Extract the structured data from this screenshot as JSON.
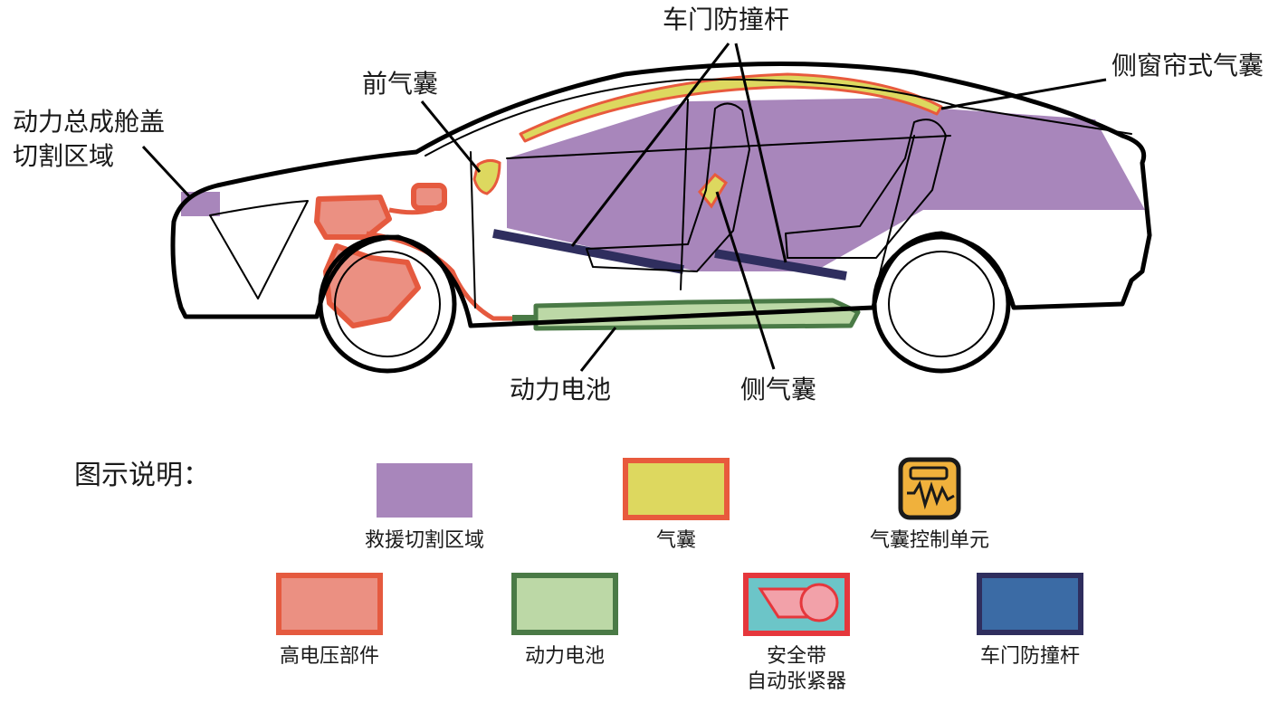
{
  "callouts": {
    "engine_cover": [
      "动力总成舱盖",
      "切割区域"
    ],
    "front_airbag": "前气囊",
    "door_beam": "车门防撞杆",
    "curtain_airbag": "侧窗帘式气囊",
    "battery": "动力电池",
    "side_airbag": "侧气囊"
  },
  "legend": {
    "title": "图示说明：",
    "items": [
      {
        "key": "rescue_cut",
        "label": [
          "救援切割区域"
        ]
      },
      {
        "key": "airbag",
        "label": [
          "气囊"
        ]
      },
      {
        "key": "airbag_ecu",
        "label": [
          "气囊控制单元"
        ]
      },
      {
        "key": "high_voltage",
        "label": [
          "高电压部件"
        ]
      },
      {
        "key": "battery",
        "label": [
          "动力电池"
        ]
      },
      {
        "key": "pretensioner",
        "label": [
          "安全带",
          "自动张紧器"
        ]
      },
      {
        "key": "door_beam",
        "label": [
          "车门防撞杆"
        ]
      }
    ]
  },
  "colors": {
    "rescue_cut": "#a886bb",
    "airbag_fill": "#ddd85f",
    "airbag_edge": "#e85a3d",
    "ecu_fill": "#f0b13c",
    "high_voltage_fill": "#eb9082",
    "high_voltage_edge": "#e55a3f",
    "battery_fill": "#bcd8a6",
    "battery_edge": "#4a7a46",
    "pretensioner_fill": "#6cc5c8",
    "door_beam_fill": "#3b6ba5",
    "door_beam_edge": "#2f2e5e",
    "outline": "#000000"
  },
  "icons": [
    "car-side-silhouette",
    "airbag-control-unit-icon",
    "seatbelt-pretensioner-icon"
  ]
}
